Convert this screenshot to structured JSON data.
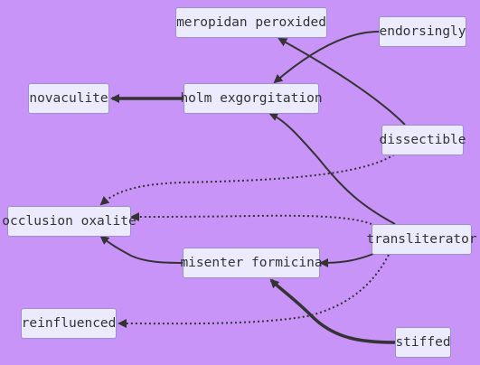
{
  "diagram": {
    "nodes": {
      "meropidan": "meropidan peroxided",
      "endorsingly": "endorsingly",
      "novaculite": "novaculite",
      "holm": "holm exgorgitation",
      "dissectible": "dissectible",
      "occlusion": "occlusion oxalite",
      "transliterator": "transliterator",
      "misenter": "misenter formicina",
      "reinfluenced": "reinfluenced",
      "stiffed": "stiffed"
    },
    "edges": [
      {
        "from": "endorsingly",
        "to": "holm",
        "style": "solid"
      },
      {
        "from": "holm",
        "to": "novaculite",
        "style": "thick"
      },
      {
        "from": "dissectible",
        "to": "meropidan",
        "style": "solid"
      },
      {
        "from": "dissectible",
        "to": "occlusion",
        "style": "dotted"
      },
      {
        "from": "transliterator",
        "to": "holm",
        "style": "solid"
      },
      {
        "from": "transliterator",
        "to": "occlusion",
        "style": "dotted"
      },
      {
        "from": "transliterator",
        "to": "misenter",
        "style": "solid"
      },
      {
        "from": "transliterator",
        "to": "reinfluenced",
        "style": "dotted"
      },
      {
        "from": "misenter",
        "to": "occlusion",
        "style": "solid"
      },
      {
        "from": "stiffed",
        "to": "misenter",
        "style": "thick"
      }
    ]
  }
}
